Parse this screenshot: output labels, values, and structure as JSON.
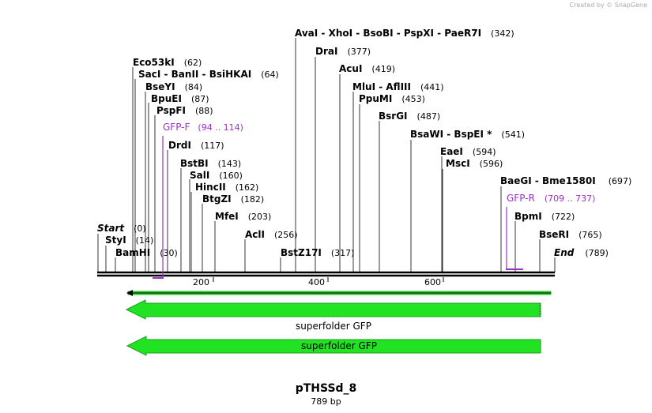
{
  "credit": "Created by © SnapGene",
  "plasmid": {
    "name": "pTHSSd_8",
    "length": "789 bp"
  },
  "ruler": [
    "200",
    "400",
    "600"
  ],
  "sites": [
    {
      "label": "AvaI  - XhoI  - BsoBI  - PspXI  - PaeR7I",
      "pos": "(342)"
    },
    {
      "label": "DraI",
      "pos": "(377)"
    },
    {
      "label": "AcuI",
      "pos": "(419)"
    },
    {
      "label": "MluI  - AflIII",
      "pos": "(441)"
    },
    {
      "label": "PpuMI",
      "pos": "(453)"
    },
    {
      "label": "BsrGI",
      "pos": "(487)"
    },
    {
      "label": "BsaWI  - BspEI *",
      "pos": "(541)"
    },
    {
      "label": "EaeI",
      "pos": "(594)"
    },
    {
      "label": "MscI",
      "pos": "(596)"
    },
    {
      "label": "BaeGI  - Bme1580I",
      "pos": "(697)"
    },
    {
      "label": "BpmI",
      "pos": "(722)"
    },
    {
      "label": "BseRI",
      "pos": "(765)"
    },
    {
      "label": "End",
      "pos": "(789)"
    },
    {
      "label": "Eco53kI",
      "pos": "(62)"
    },
    {
      "label": "SacI  - BanII  - BsiHKAI",
      "pos": "(64)"
    },
    {
      "label": "BseYI",
      "pos": "(84)"
    },
    {
      "label": "BpuEI",
      "pos": "(87)"
    },
    {
      "label": "PspFI",
      "pos": "(88)"
    },
    {
      "label": "DrdI",
      "pos": "(117)"
    },
    {
      "label": "BstBI",
      "pos": "(143)"
    },
    {
      "label": "SalI",
      "pos": "(160)"
    },
    {
      "label": "HincII",
      "pos": "(162)"
    },
    {
      "label": "BtgZI",
      "pos": "(182)"
    },
    {
      "label": "MfeI",
      "pos": "(203)"
    },
    {
      "label": "AclI",
      "pos": "(256)"
    },
    {
      "label": "BstZ17I",
      "pos": "(317)"
    },
    {
      "label": "Start",
      "pos": "(0)"
    },
    {
      "label": "StyI",
      "pos": "(14)"
    },
    {
      "label": "BamHI",
      "pos": "(30)"
    }
  ],
  "primers": [
    {
      "label": "GFP-F",
      "pos": "(94 .. 114)"
    },
    {
      "label": "GFP-R",
      "pos": "(709 .. 737)"
    }
  ],
  "features": [
    {
      "label": "superfolder GFP",
      "color": "#22e322"
    },
    {
      "label": "superfolder GFP",
      "color": "#22e322"
    }
  ],
  "colors": {
    "primer": "#9b30c9",
    "feature": "#22e322",
    "feature_outline": "#1a9e1a"
  }
}
